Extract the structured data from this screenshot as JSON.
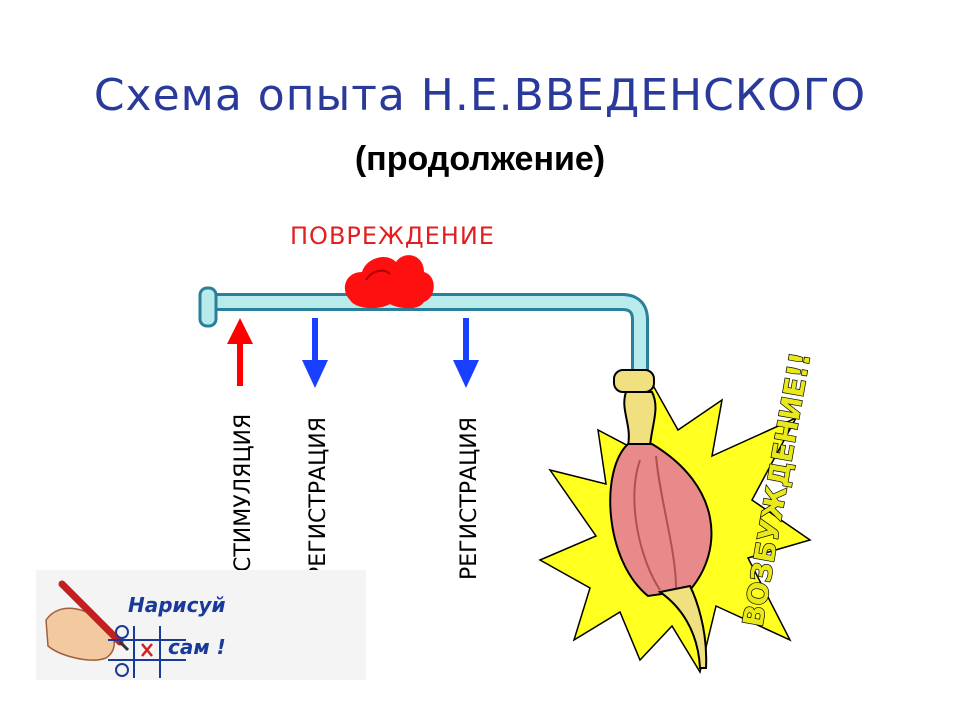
{
  "title": "Схема опыта Н.Е.ВВЕДЕНСКОГО",
  "subtitle": "(продолжение)",
  "damage_label": "ПОВРЕЖДЕНИЕ",
  "labels": {
    "stimulation": "СТИМУЛЯЦИЯ",
    "registration_1": "РЕГИСТРАЦИЯ",
    "registration_2": "РЕГИСТРАЦИЯ",
    "excitation": "ВОЗБУЖДЕНИЕ!!"
  },
  "badge": {
    "line1": "Нарисуй",
    "line2": "сам !"
  },
  "colors": {
    "title": "#2a3a9a",
    "nerve_fill": "#b8ecec",
    "nerve_stroke": "#2a7f9a",
    "damage": "#ff1010",
    "stim_arrow": "#ff0000",
    "reg_arrow": "#1a40ff",
    "muscle": "#e88a8a",
    "flash": "#ffff20",
    "tendon": "#f0e080"
  },
  "icons": [
    "hand-drawing-icon",
    "tic-tac-toe-icon"
  ]
}
